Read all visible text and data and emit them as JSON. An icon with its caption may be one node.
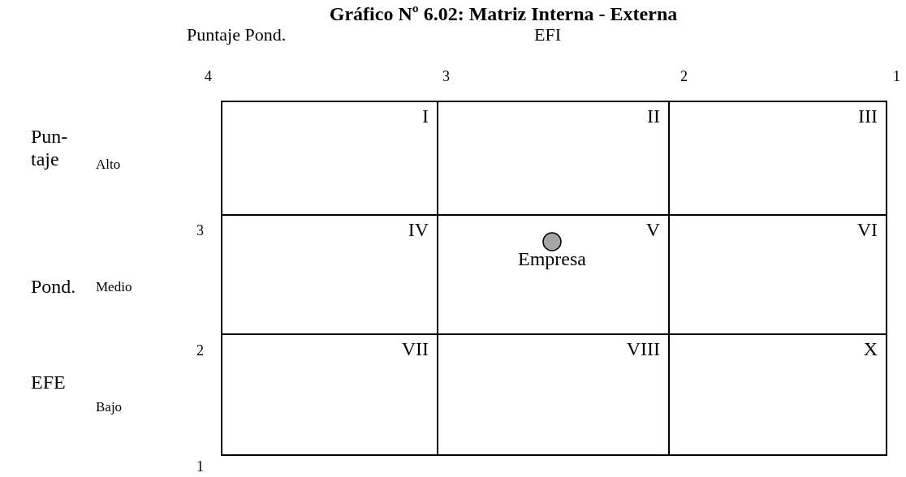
{
  "diagram": {
    "title": "Gráfico Nº 6.02: Matriz Interna - Externa",
    "nodes": [
      {
        "text": [
          "I"
        ]
      },
      {
        "text": [
          "II"
        ]
      },
      {
        "text": [
          "III"
        ]
      },
      {
        "text": [
          "IV"
        ]
      },
      {
        "text": [
          "V"
        ]
      },
      {
        "text": [
          "VI"
        ]
      },
      {
        "text": [
          "VII"
        ]
      },
      {
        "text": [
          "VIII"
        ]
      },
      {
        "text": [
          "X"
        ]
      },
      {
        "text": [],
        "shape": "circle",
        "in": 4,
        "beside": [
          "Empresa"
        ]
      }
    ],
    "edges": [],
    "labels": [
      "Puntaje Pond.",
      "EFI",
      "4",
      "3",
      "2",
      "1",
      "Pun-taje",
      "Alto",
      "3",
      "Pond.",
      "Medio",
      "2",
      "EFE",
      "Bajo",
      "1"
    ]
  }
}
